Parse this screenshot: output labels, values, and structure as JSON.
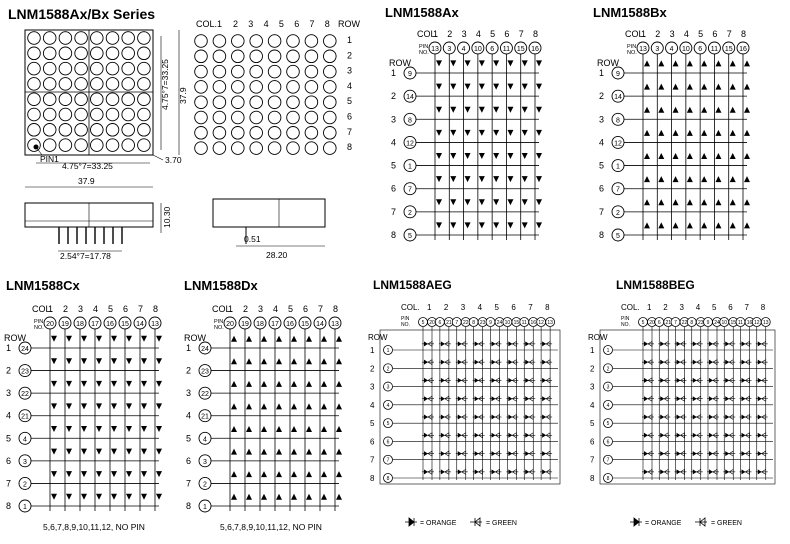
{
  "mech": {
    "title": "LNM1588Ax/Bx  Series",
    "top_width": "4.75°7=33.25",
    "side_height": "4.75°7=33.25",
    "height_total": "37.9",
    "width_total": "37.9",
    "pin_label": "PIN1",
    "corner_dim": "3.70",
    "col_label": "COL.1",
    "row_label": "ROW",
    "cols": [
      "2",
      "3",
      "4",
      "5",
      "6",
      "7",
      "8"
    ],
    "rows": [
      "1",
      "2",
      "3",
      "4",
      "5",
      "6",
      "7",
      "8"
    ],
    "side_height_dim": "10.30",
    "pin_pitch": "2.54°7=17.78",
    "pin_dim": "0.51",
    "depth_dim": "28.20"
  },
  "panels": [
    {
      "title": "LNM1588Ax",
      "col_pins": [
        "13",
        "3",
        "4",
        "10",
        "6",
        "11",
        "15",
        "16"
      ],
      "row_pins": [
        "9",
        "14",
        "8",
        "12",
        "1",
        "7",
        "2",
        "5"
      ],
      "type": "single"
    },
    {
      "title": "LNM1588Bx",
      "col_pins": [
        "13",
        "3",
        "4",
        "10",
        "6",
        "11",
        "15",
        "16"
      ],
      "row_pins": [
        "9",
        "14",
        "8",
        "12",
        "1",
        "7",
        "2",
        "5"
      ],
      "type": "single"
    },
    {
      "title": "LNM1588Cx",
      "col_pins": [
        "20",
        "19",
        "18",
        "17",
        "16",
        "15",
        "14",
        "13"
      ],
      "row_pins": [
        "24",
        "23",
        "22",
        "21",
        "4",
        "3",
        "2",
        "1"
      ],
      "type": "single",
      "footnote": "5,6,7,8,9,10,11,12,  NO PIN"
    },
    {
      "title": "LNM1588Dx",
      "col_pins": [
        "20",
        "19",
        "18",
        "17",
        "16",
        "15",
        "14",
        "13"
      ],
      "row_pins": [
        "24",
        "23",
        "22",
        "21",
        "4",
        "3",
        "2",
        "1"
      ],
      "type": "single",
      "footnote": "5,6,7,8,9,10,11,12,  NO PIN"
    },
    {
      "title": "LNM1588AEG",
      "col_pins": [
        "5",
        "20",
        "6",
        "21",
        "7",
        "22",
        "8",
        "23",
        "9",
        "24",
        "10",
        "15",
        "11",
        "16",
        "12",
        "13"
      ],
      "row_pins": [
        "1",
        "2",
        "3",
        "4",
        "5",
        "6",
        "7",
        "8"
      ],
      "type": "dual",
      "legend_orange": "= ORANGE",
      "legend_green": "= GREEN"
    },
    {
      "title": "LNM1588BEG",
      "col_pins": [
        "5",
        "20",
        "6",
        "21",
        "7",
        "22",
        "8",
        "23",
        "9",
        "24",
        "10",
        "15",
        "11",
        "16",
        "12",
        "13"
      ],
      "row_pins": [
        "1",
        "2",
        "3",
        "4",
        "5",
        "6",
        "7",
        "8"
      ],
      "type": "dual",
      "legend_orange": "= ORANGE",
      "legend_green": "= GREEN"
    }
  ],
  "common": {
    "col_label": "COL.",
    "col_numbers": [
      "1",
      "2",
      "3",
      "4",
      "5",
      "6",
      "7",
      "8"
    ],
    "pin_label": "PIN",
    "no_label": "NO.",
    "row_label": "ROW",
    "row_numbers": [
      "1",
      "2",
      "3",
      "4",
      "5",
      "6",
      "7",
      "8"
    ]
  }
}
